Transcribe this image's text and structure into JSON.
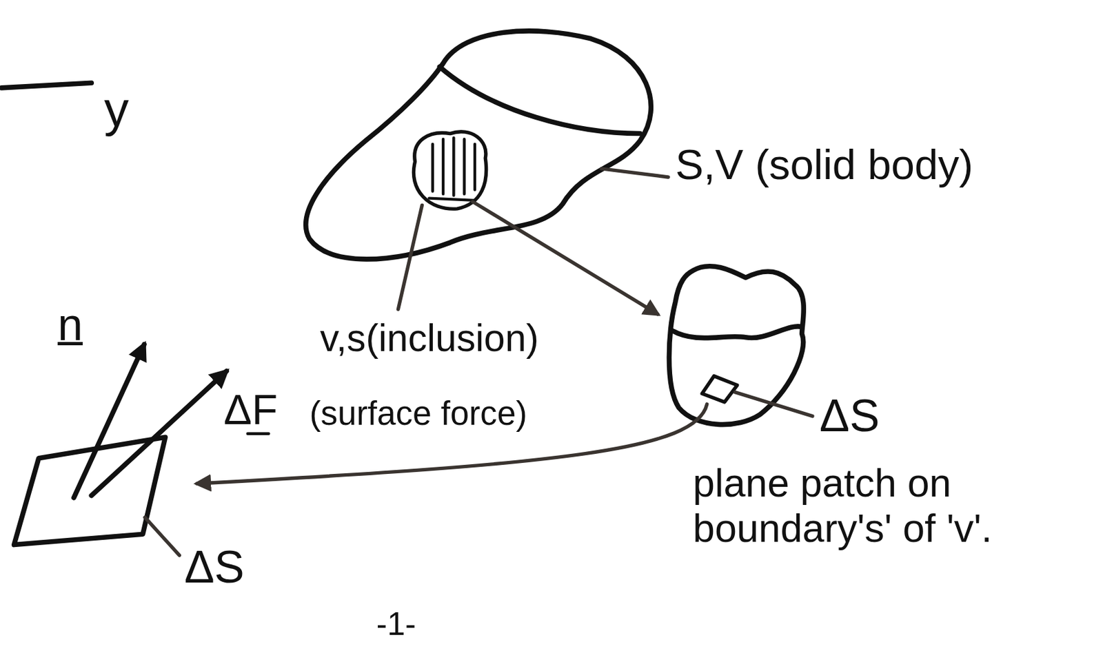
{
  "diagram": {
    "labels": [
      "y",
      "S,V (solid body)",
      "v,s(inclusion)",
      "n",
      "ΔF",
      "(surface force)",
      "ΔS",
      "plane patch on boundary's' of 'v'.",
      "ΔS",
      "-1-"
    ]
  }
}
